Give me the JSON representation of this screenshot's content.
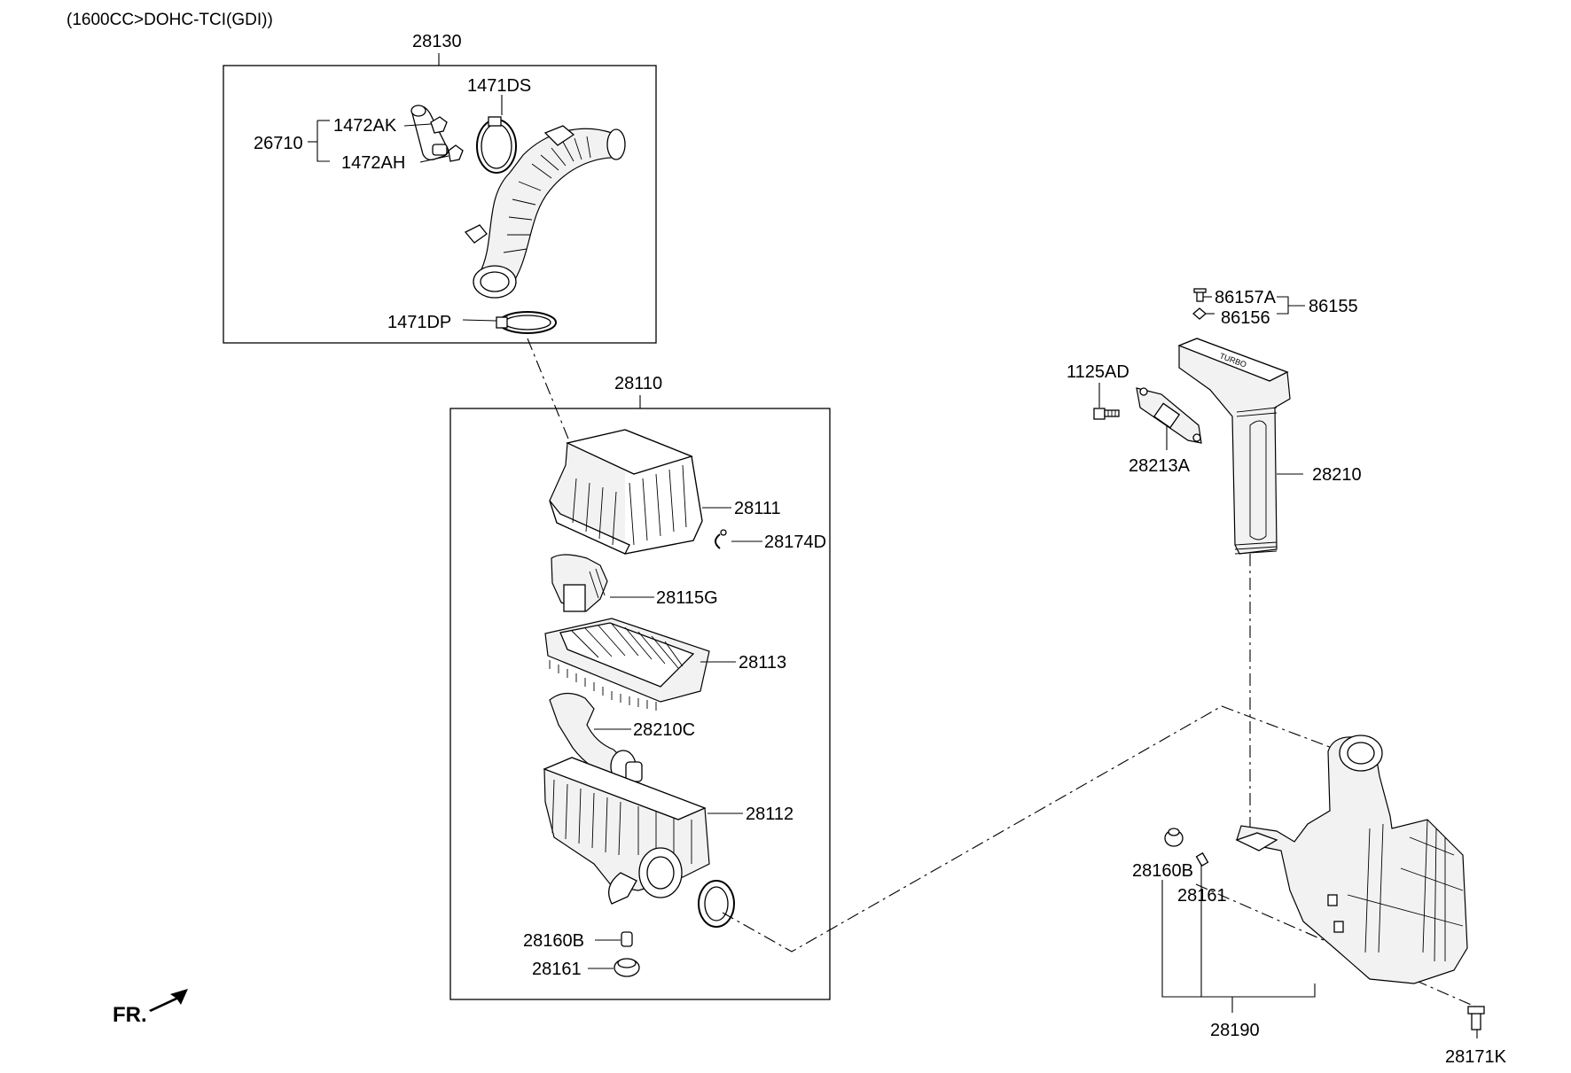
{
  "header": {
    "engine_spec": "(1600CC>DOHC-TCI(GDI))"
  },
  "orientation": {
    "front_label": "FR."
  },
  "groups": [
    {
      "code": "28130"
    },
    {
      "code": "28110"
    }
  ],
  "labels": {
    "p28130": "28130",
    "p1471DS": "1471DS",
    "p1472AK": "1472AK",
    "p26710": "26710",
    "p1472AH": "1472AH",
    "p1471DP": "1471DP",
    "p28110": "28110",
    "p28111": "28111",
    "p28174D": "28174D",
    "p28115G": "28115G",
    "p28113": "28113",
    "p28210C": "28210C",
    "p28112": "28112",
    "p28160B_left": "28160B",
    "p28161_left": "28161",
    "p86157A": "86157A",
    "p86155": "86155",
    "p86156": "86156",
    "p1125AD": "1125AD",
    "p28213A": "28213A",
    "p28210": "28210",
    "p28160B_right": "28160B",
    "p28161_right": "28161",
    "p28190": "28190",
    "p28171K": "28171K"
  }
}
